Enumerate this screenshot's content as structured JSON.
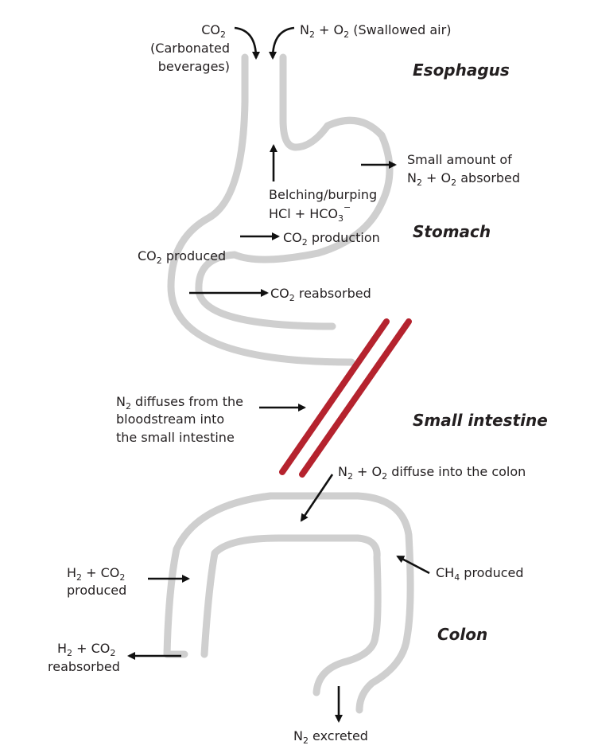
{
  "organs": {
    "esophagus": "Esophagus",
    "stomach": "Stomach",
    "small_intestine": "Small intestine",
    "colon": "Colon"
  },
  "labels": {
    "co2_carbonated": {
      "main": "CO",
      "sub": "2",
      "line2": "(Carbonated",
      "line3": "beverages)"
    },
    "swallowed_air": {
      "a": "N",
      "a_sub": "2",
      "b": " + O",
      "b_sub": "2",
      "c": " (Swallowed air)"
    },
    "small_absorbed": {
      "line1": "Small amount of",
      "a": "N",
      "a_sub": "2",
      "b": " + O",
      "b_sub": "2",
      "c": " absorbed"
    },
    "belching": "Belching/burping",
    "hcl_hco3": {
      "a": "HCl + HCO",
      "a_sub": "3",
      "sup": "−"
    },
    "co2_production": {
      "a": "CO",
      "a_sub": "2",
      "b": " production"
    },
    "co2_produced": {
      "a": "CO",
      "a_sub": "2",
      "b": " produced"
    },
    "co2_reabsorbed": {
      "a": "CO",
      "a_sub": "2",
      "b": " reabsorbed"
    },
    "n2_diffuses": {
      "a": "N",
      "a_sub": "2",
      "b": " diffuses from the",
      "line2": "bloodstream into",
      "line3": "the small intestine"
    },
    "n2o2_colon": {
      "a": "N",
      "a_sub": "2",
      "b": " + O",
      "b_sub": "2",
      "c": " diffuse into the colon"
    },
    "h2co2_produced": {
      "a": "H",
      "a_sub": "2",
      "b": " + CO",
      "b_sub": "2",
      "line2": "produced"
    },
    "ch4_produced": {
      "a": "CH",
      "a_sub": "4",
      "b": " produced"
    },
    "h2co2_reabsorbed": {
      "a": "H",
      "a_sub": "2",
      "b": " + CO",
      "b_sub": "2",
      "line2": "reabsorbed"
    },
    "n2_excreted": {
      "a": "N",
      "a_sub": "2",
      "b": " excreted"
    }
  },
  "colors": {
    "tract": "#cfcfcf",
    "small_intestine": "#b5232e",
    "arrow": "#111111",
    "text": "#231f20"
  }
}
